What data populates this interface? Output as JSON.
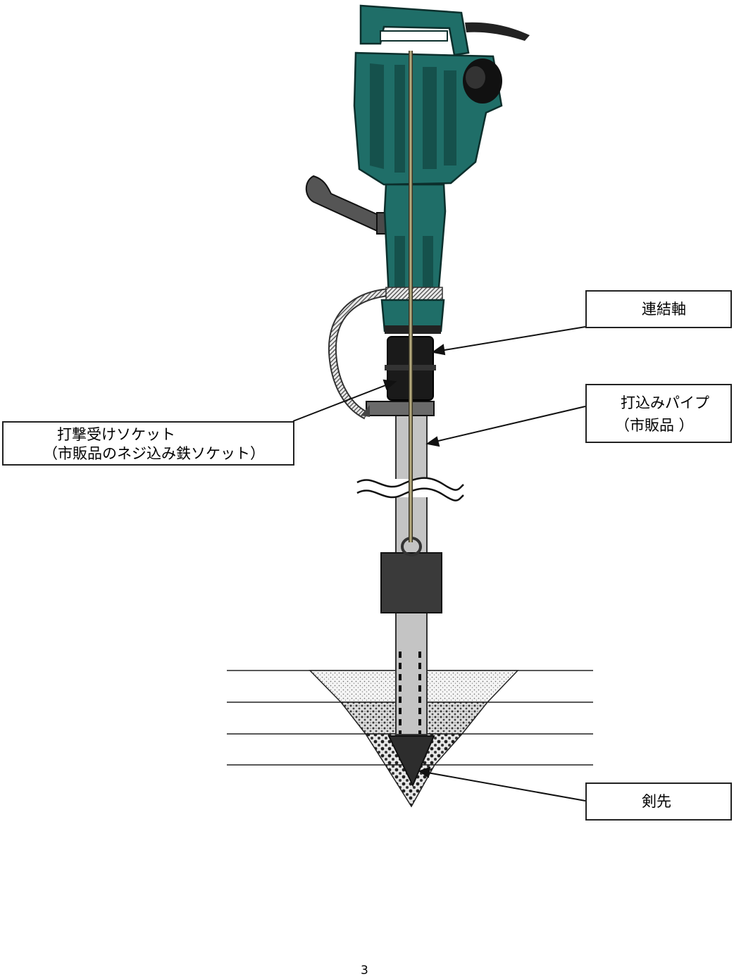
{
  "labels": {
    "connecting_rod": "連結軸",
    "drive_pipe_line1": "打込みパイプ",
    "drive_pipe_line2": "（市販品 ）",
    "socket_line1": "打撃受けソケット",
    "socket_line2": "（市販品のネジ込み鉄ソケット）",
    "tip": "剣先"
  },
  "page_number": "3",
  "colors": {
    "hammer_body": "#1f6e68",
    "hammer_shade": "#15514c",
    "pipe": "#c4c4c4",
    "dark_parts": "#2e2e2e",
    "rod": "#9e9470"
  },
  "icons": [
    "demolition-hammer-icon",
    "drive-pipe-icon",
    "weight-block-icon",
    "cone-tip-icon",
    "ground-layers-icon"
  ]
}
